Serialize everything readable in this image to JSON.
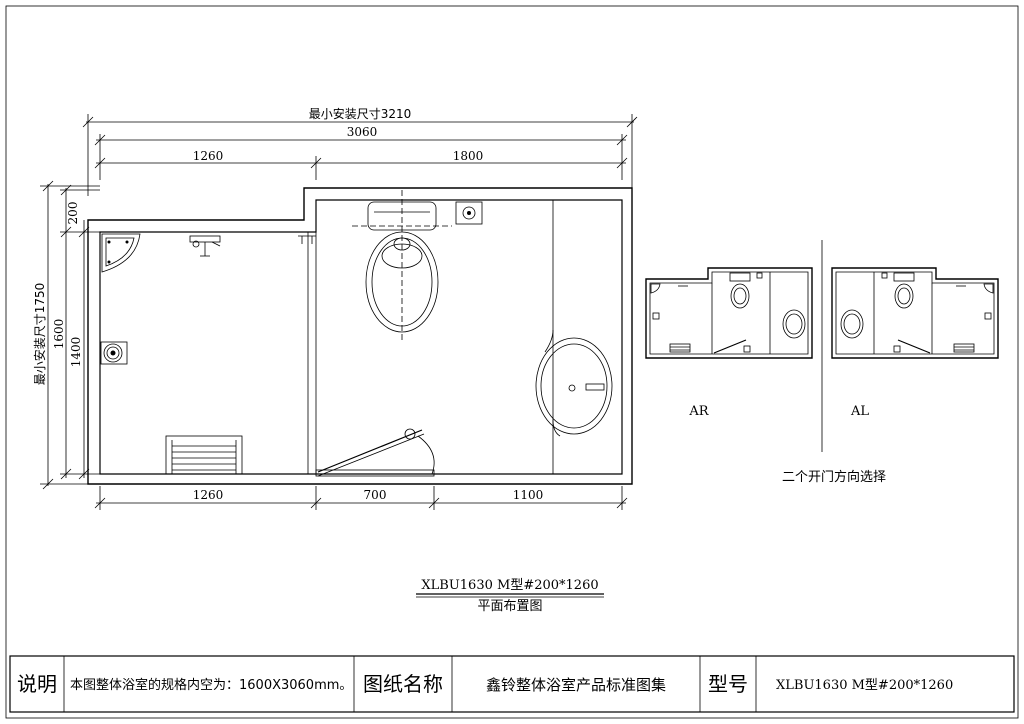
{
  "plan": {
    "min_install_width": "最小安装尺寸3210",
    "overall_width": "3060",
    "left_width_top": "1260",
    "right_width_top": "1800",
    "min_install_depth": "最小安装尺寸1750",
    "dim_200": "200",
    "dim_1600": "1600",
    "dim_1400": "1400",
    "bottom_left": "1260",
    "bottom_mid": "700",
    "bottom_right": "1100"
  },
  "caption": {
    "model": "XLBU1630 M型#200*1260",
    "subtitle": "平面布置图"
  },
  "variants": {
    "ar_label": "AR",
    "al_label": "AL",
    "note": "二个开门方向选择"
  },
  "title_block": {
    "desc_label": "说明",
    "desc_value": "本图整体浴室的规格内空为：1600X3060mm。",
    "name_label": "图纸名称",
    "name_value": "鑫铃整体浴室产品标准图集",
    "model_label": "型号",
    "model_value": "XLBU1630 M型#200*1260"
  }
}
